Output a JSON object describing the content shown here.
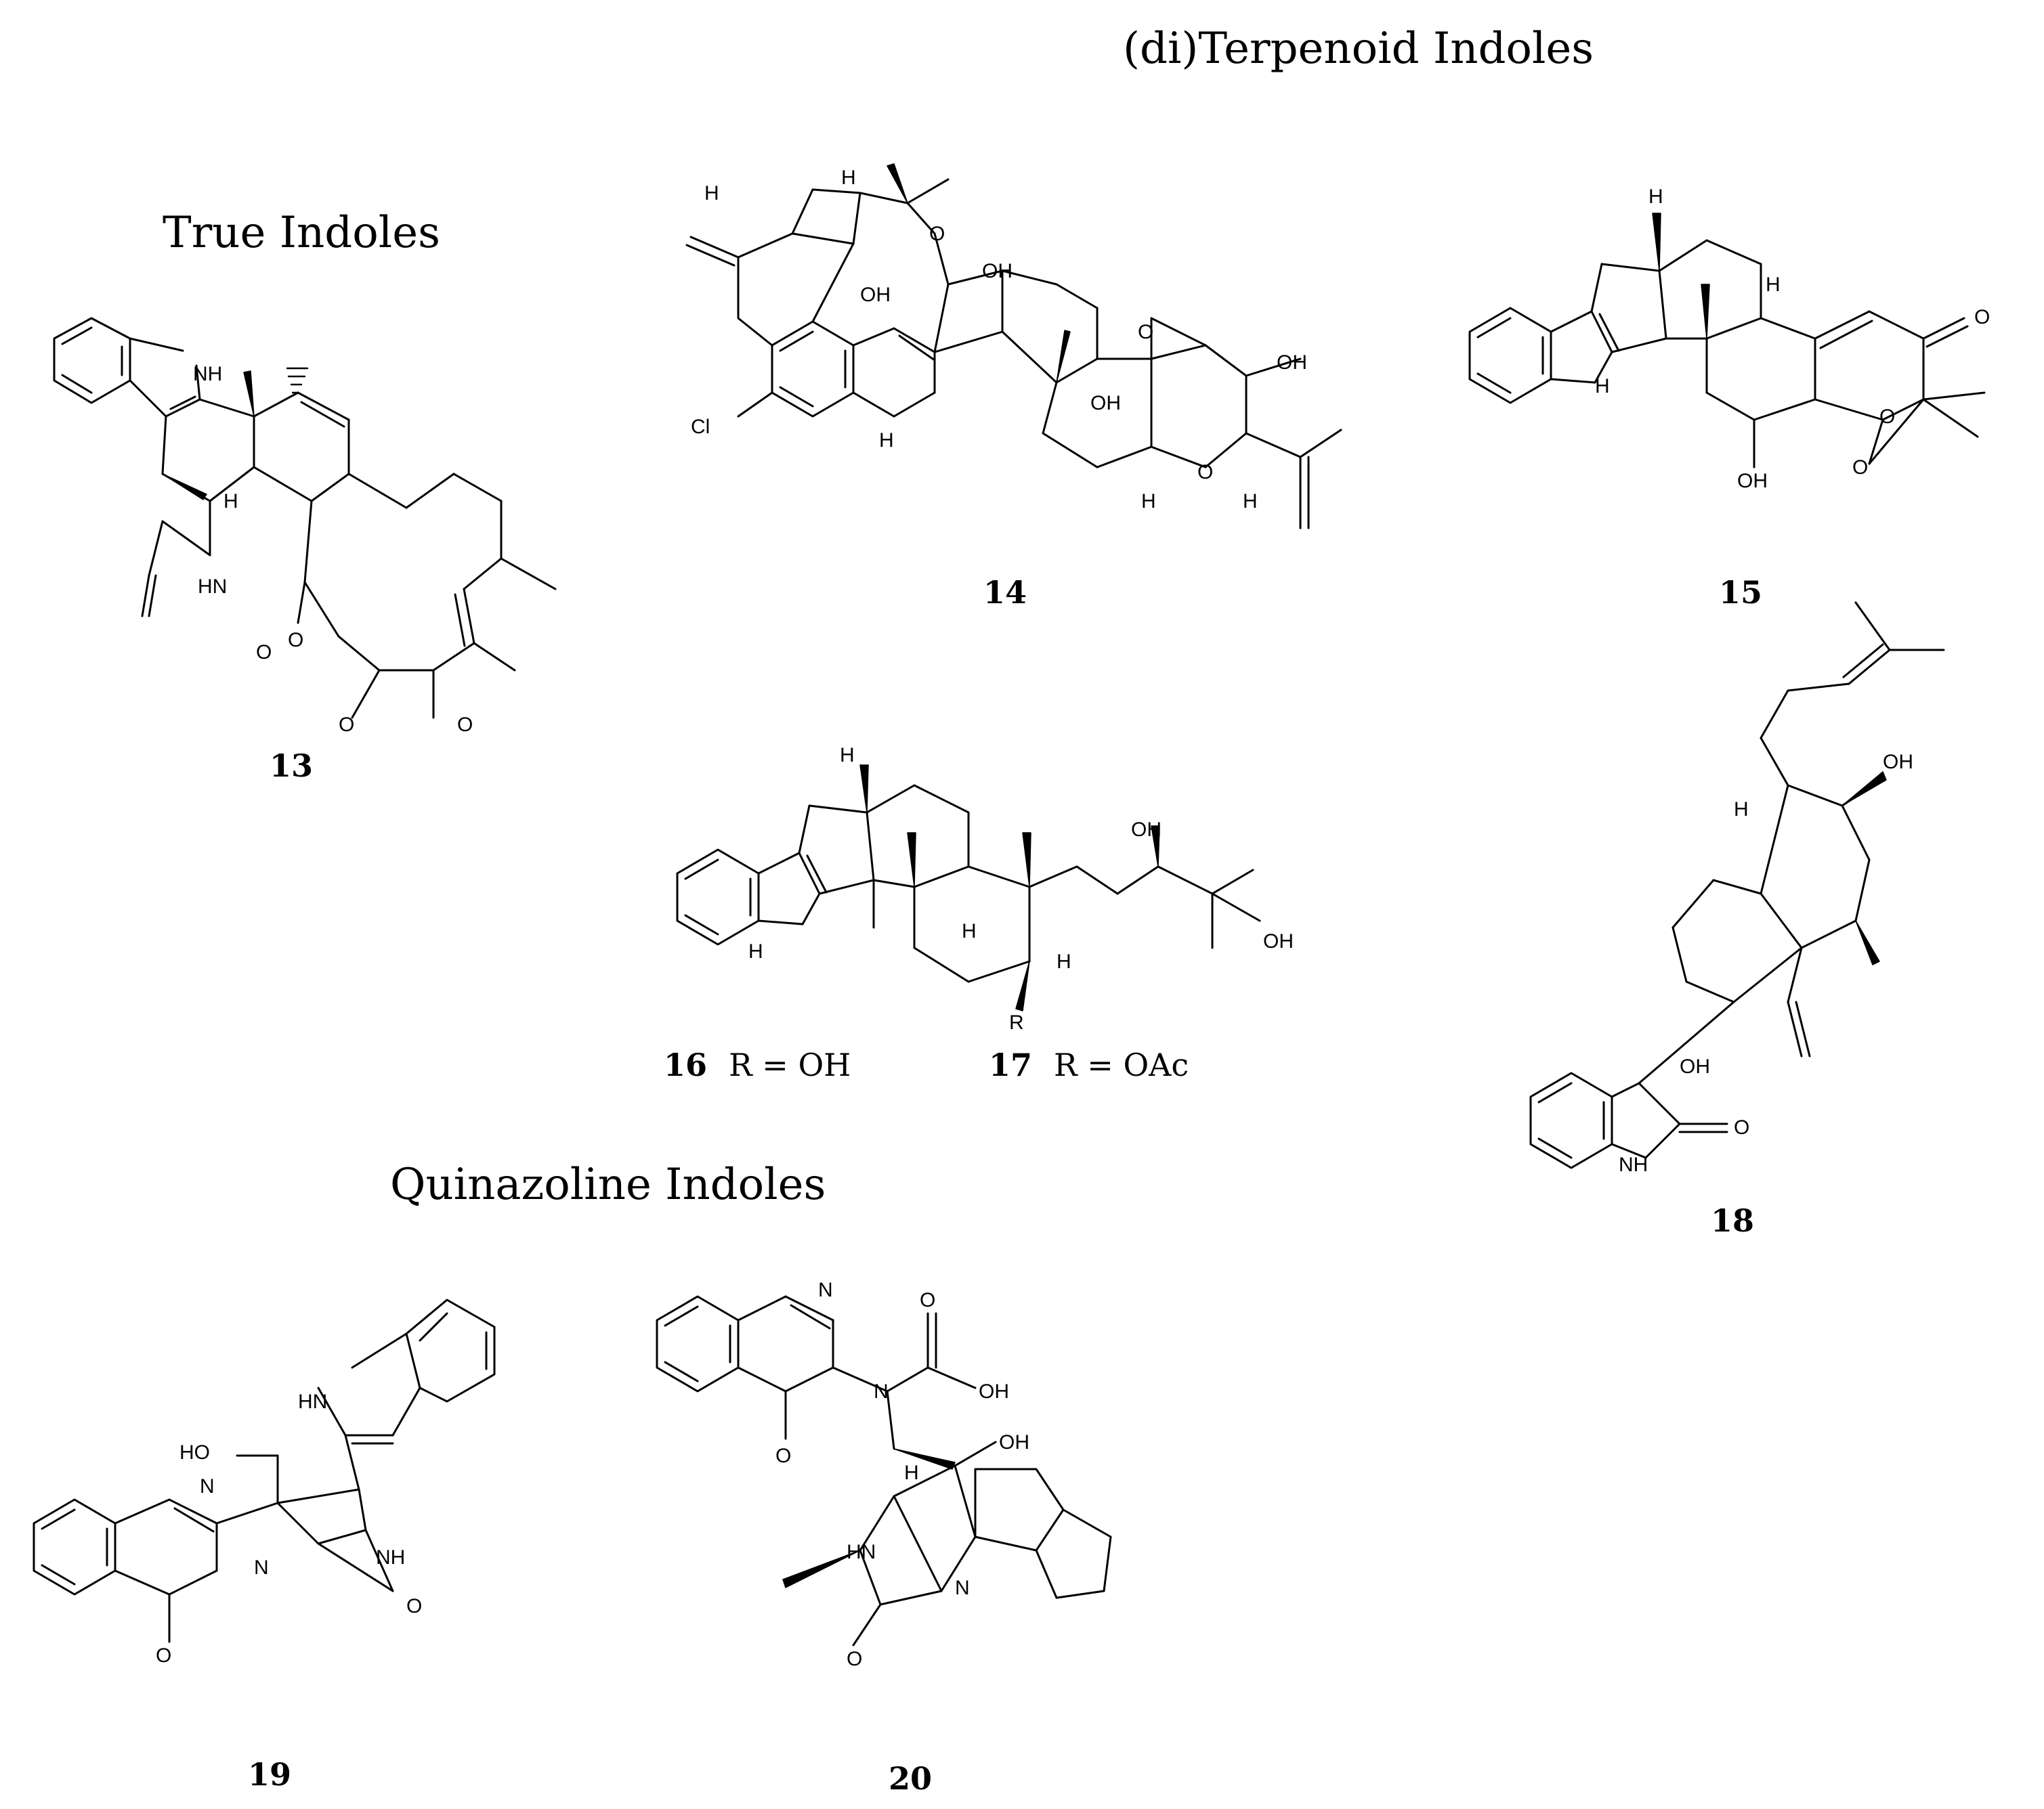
{
  "sections": {
    "terpenoid": "(di)Terpenoid Indoles",
    "true_indoles": "True Indoles",
    "quinazoline": "Quinazoline Indoles"
  },
  "compounds": {
    "c13": {
      "number": "13"
    },
    "c14": {
      "number": "14"
    },
    "c15": {
      "number": "15"
    },
    "c16": {
      "number": "16",
      "r_group": "R = OH"
    },
    "c17": {
      "number": "17",
      "r_group": "R = OAc"
    },
    "c18": {
      "number": "18"
    },
    "c19": {
      "number": "19"
    },
    "c20": {
      "number": "20"
    }
  },
  "atom_labels": {
    "nh": "NH",
    "hn": "HN",
    "n": "N",
    "h": "H",
    "o": "O",
    "oh": "OH",
    "ho": "HO",
    "cl": "Cl",
    "r": "R"
  }
}
